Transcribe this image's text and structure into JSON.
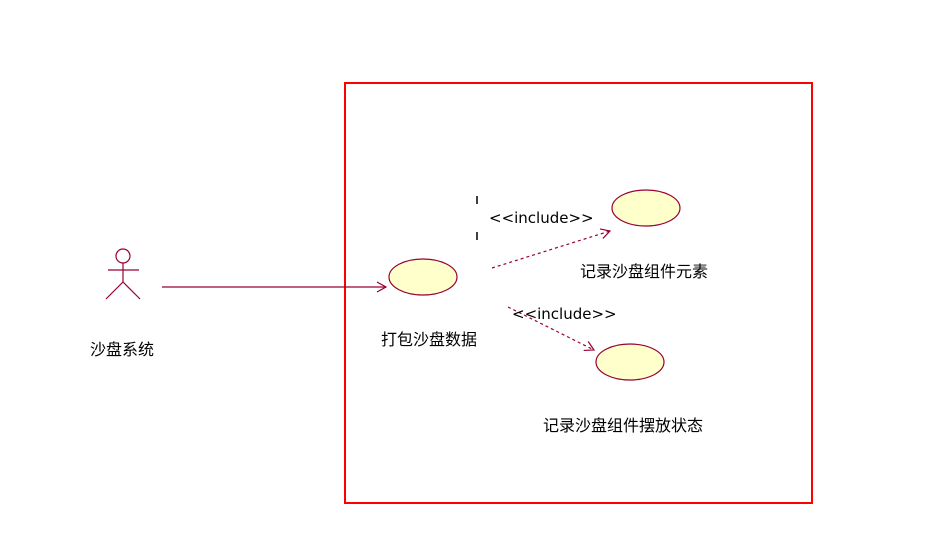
{
  "colors": {
    "boundary": "#ff0000",
    "line": "#990033",
    "use_case_fill": "#ffffcc",
    "use_case_stroke": "#990033",
    "text": "#000000",
    "background": "#ffffff"
  },
  "actor": {
    "name": "沙盘系统",
    "icon": "stick-figure-icon"
  },
  "use_cases": {
    "package": "打包沙盘数据",
    "record_elements": "记录沙盘组件元素",
    "record_state": "记录沙盘组件摆放状态"
  },
  "relations": {
    "include_1": "<<include>>",
    "include_2": "<<include>>"
  }
}
